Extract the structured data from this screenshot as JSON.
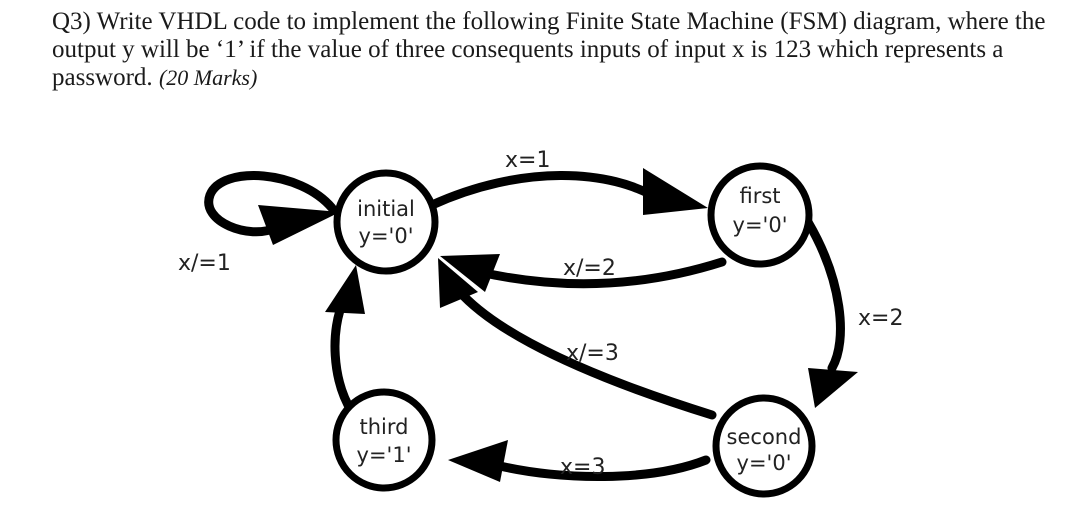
{
  "question": {
    "text": "Q3) Write VHDL code to implement the following Finite State Machine (FSM) diagram, where the output y will be ‘1’ if the value of three consequents inputs of input x is 123 which represents a password.",
    "marks": "(20 Marks)"
  },
  "diagram": {
    "states": {
      "initial": {
        "name": "initial",
        "output": "y='0'"
      },
      "first": {
        "name": "first",
        "output": "y='0'"
      },
      "second": {
        "name": "second",
        "output": "y='0'"
      },
      "third": {
        "name": "third",
        "output": "y='1'"
      }
    },
    "transitions": {
      "initial_to_first": "x=1",
      "initial_self_loop": "x/=1",
      "first_to_initial": "x/=2",
      "first_to_second": "x=2",
      "second_to_initial": "x/=3",
      "second_to_third": "x=3"
    }
  }
}
